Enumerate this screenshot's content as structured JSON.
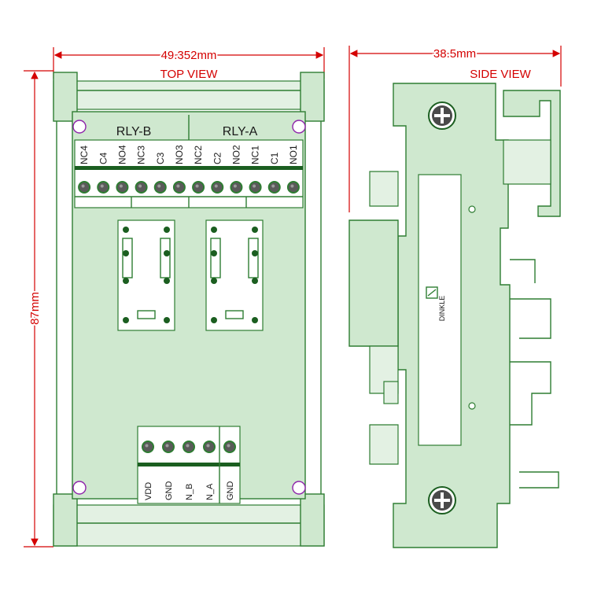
{
  "dimensions": {
    "top_width": "49.352mm",
    "side_width": "38.5mm",
    "height": "87mm"
  },
  "views": {
    "top": "TOP VIEW",
    "side": "SIDE VIEW"
  },
  "relays": {
    "b": "RLY-B",
    "a": "RLY-A"
  },
  "top_terminals": [
    "NC4",
    "C4",
    "NO4",
    "NC3",
    "C3",
    "NO3",
    "NC2",
    "C2",
    "NO2",
    "NC1",
    "C1",
    "NO1"
  ],
  "bottom_terminals": [
    "VDD",
    "GND",
    "N_B",
    "N_A",
    "GND"
  ],
  "brand": "DINKLE",
  "colors": {
    "board": "#cfe8cf",
    "outline": "#2e7d32",
    "dimension": "#d40000"
  }
}
